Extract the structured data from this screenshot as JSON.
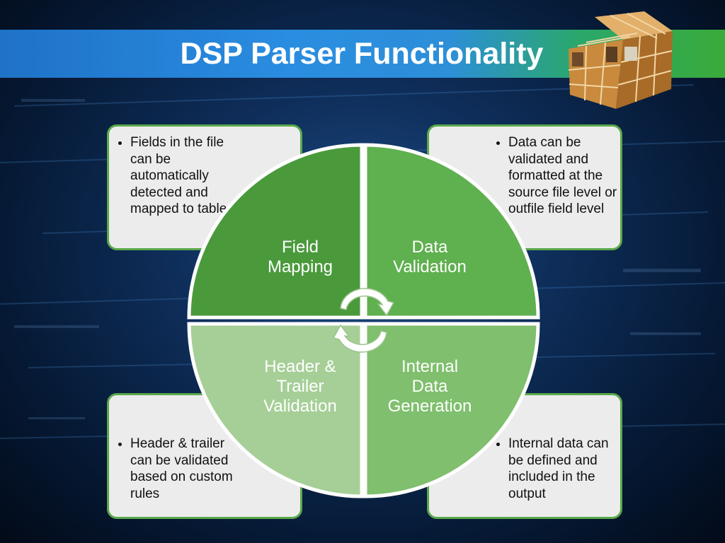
{
  "slide": {
    "title": "DSP Parser Functionality"
  },
  "quadrants": [
    {
      "label_lines": [
        "Field",
        "Mapping"
      ],
      "color": "#4a9a3c"
    },
    {
      "label_lines": [
        "Data",
        "Validation"
      ],
      "color": "#5fb04f"
    },
    {
      "label_lines": [
        "Header &",
        "Trailer",
        "Validation"
      ],
      "color": "#a6cf97"
    },
    {
      "label_lines": [
        "Internal",
        "Data",
        "Generation"
      ],
      "color": "#7fbf6d"
    }
  ],
  "cards": {
    "top_left": "Fields in the file can be automatically detected and mapped to tables",
    "top_right": "Data can be validated and formatted at the source file level or outfile field level",
    "bottom_left": "Header & trailer can be validated based on custom rules",
    "bottom_right": "Internal data can be defined and included in the output"
  },
  "colors": {
    "card_border": "#5aa84b",
    "card_fill": "#ececec",
    "title_bar_start": "#1f72c8",
    "title_bar_end": "#3aaa3a"
  }
}
